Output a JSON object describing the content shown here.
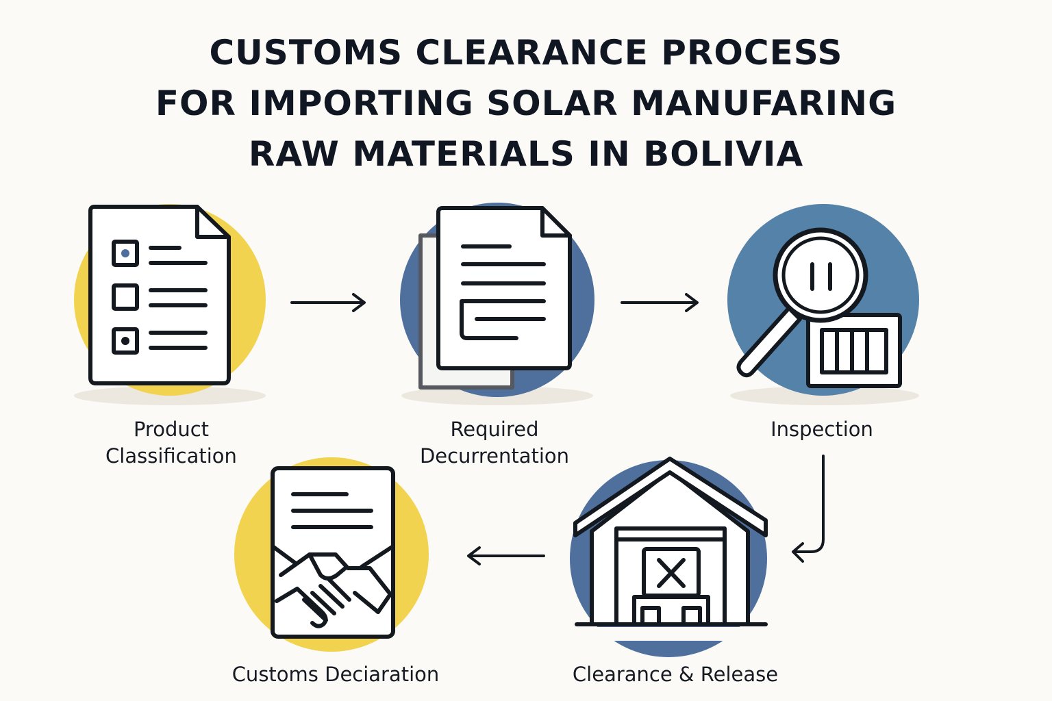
{
  "title": {
    "line1": "CUSTOMS CLEARANCE PROCESS",
    "line2": "FOR IMPORTING SOLAR MANUFARING",
    "line3": "RAW MATERIALS IN BOLIVIA"
  },
  "steps": [
    {
      "label_line1": "Product",
      "label_line2": "Classification",
      "icon": "checklist-document-icon",
      "accent": "#f2d34f"
    },
    {
      "label_line1": "Required",
      "label_line2": "Decurrentation",
      "icon": "stacked-documents-icon",
      "accent": "#4f6f9c"
    },
    {
      "label_line1": "Inspection",
      "label_line2": "",
      "icon": "magnifier-crate-icon",
      "accent": "#5582a8"
    },
    {
      "label_line1": "Clearance & Release",
      "label_line2": "",
      "icon": "warehouse-icon",
      "accent": "#4f6f9c"
    },
    {
      "label_line1": "Customs Deciaration",
      "label_line2": "",
      "icon": "handshake-document-icon",
      "accent": "#f2d34f"
    }
  ],
  "colors": {
    "background": "#fbfaf6",
    "stroke": "#14181f",
    "yellow": "#f2d34f",
    "blue": "#4f6f9c"
  }
}
